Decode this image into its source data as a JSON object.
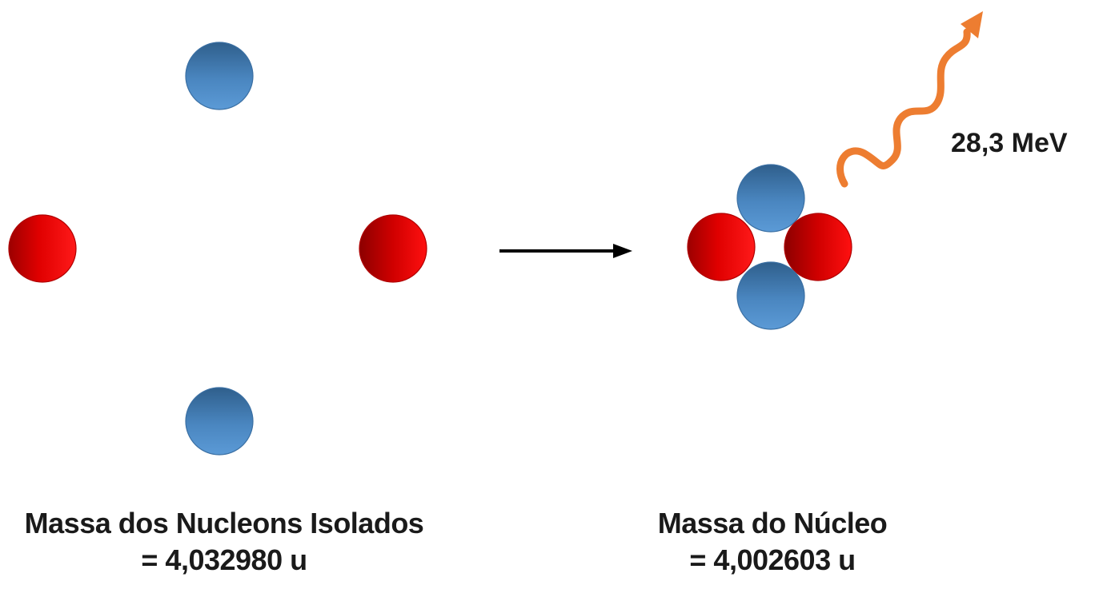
{
  "left": {
    "title": "Massa dos Nucleons Isolados",
    "value": "= 4,032980 u"
  },
  "right": {
    "title": "Massa do Núcleo",
    "value": "= 4,002603 u"
  },
  "energy": {
    "label": "28,3 MeV"
  },
  "colors": {
    "proton": "#e00000",
    "neutron": "#3f79b3",
    "photon": "#ed7d31",
    "arrow": "#000000",
    "text": "#1a1a1a"
  },
  "legend_icons": {
    "proton": "red-sphere",
    "neutron": "blue-sphere",
    "photon": "wavy-arrow"
  }
}
